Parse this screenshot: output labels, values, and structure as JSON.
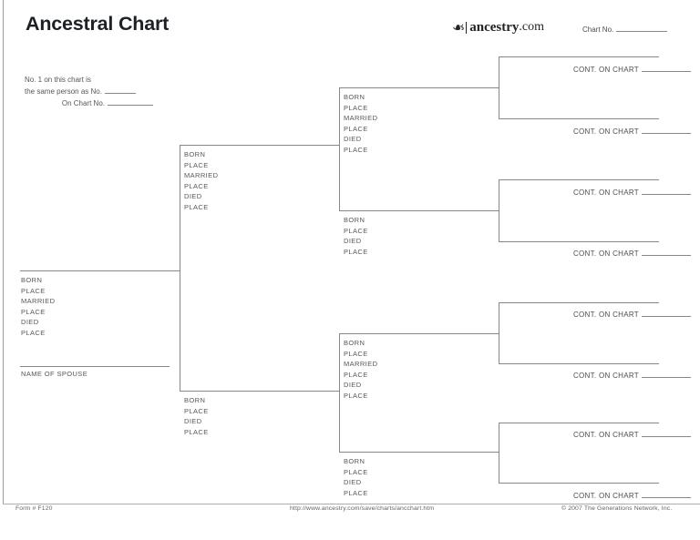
{
  "header": {
    "title": "Ancestral Chart",
    "logo_primary": "ancestry",
    "logo_suffix": ".com",
    "chart_no_label": "Chart No."
  },
  "icons": {
    "logo_leaf": "❧"
  },
  "note": {
    "line1": "No. 1 on this chart is",
    "line2": "the same person as No.",
    "line3": "On Chart No."
  },
  "blocks": {
    "person1": [
      "BORN",
      "PLACE",
      "MARRIED",
      "PLACE",
      "DIED",
      "PLACE"
    ],
    "father": [
      "BORN",
      "PLACE",
      "MARRIED",
      "PLACE",
      "DIED",
      "PLACE"
    ],
    "mother": [
      "BORN",
      "PLACE",
      "DIED",
      "PLACE"
    ],
    "paternal_grandfather": [
      "BORN",
      "PLACE",
      "MARRIED",
      "PLACE",
      "DIED",
      "PLACE"
    ],
    "paternal_grandmother": [
      "BORN",
      "PLACE",
      "DIED",
      "PLACE"
    ],
    "maternal_grandfather": [
      "BORN",
      "PLACE",
      "MARRIED",
      "PLACE",
      "DIED",
      "PLACE"
    ],
    "maternal_grandmother": [
      "BORN",
      "PLACE",
      "DIED",
      "PLACE"
    ]
  },
  "spouse_label": "NAME OF SPOUSE",
  "cont_label": "CONT. ON CHART",
  "footer": {
    "form_number": "Form # F120",
    "url": "http://www.ancestry.com/save/charts/ancchart.htm",
    "copyright": "© 2007 The Generations Network, Inc."
  },
  "colors": {
    "chart_line": "#85878a",
    "label_text": "#55575a",
    "title_text": "#1d2126",
    "page_border": "#9a9c9e"
  }
}
